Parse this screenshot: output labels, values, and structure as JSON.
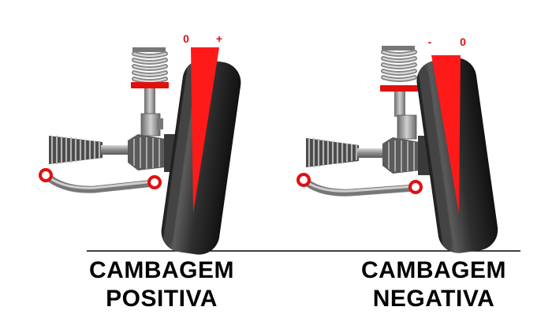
{
  "colors": {
    "accent_red": "#ff1a1a",
    "tire_dark": "#2b2b2b",
    "metal_gray": "#9a9a9a",
    "background": "#ffffff",
    "text": "#000000"
  },
  "diagrams": [
    {
      "id": "positive",
      "caption_line1": "CAMBAGEM",
      "caption_line2": "POSITIVA",
      "sign_left": "0",
      "sign_right": "+"
    },
    {
      "id": "negative",
      "caption_line1": "CAMBAGEM",
      "caption_line2": "NEGATIVA",
      "sign_left": "-",
      "sign_right": "0"
    }
  ]
}
